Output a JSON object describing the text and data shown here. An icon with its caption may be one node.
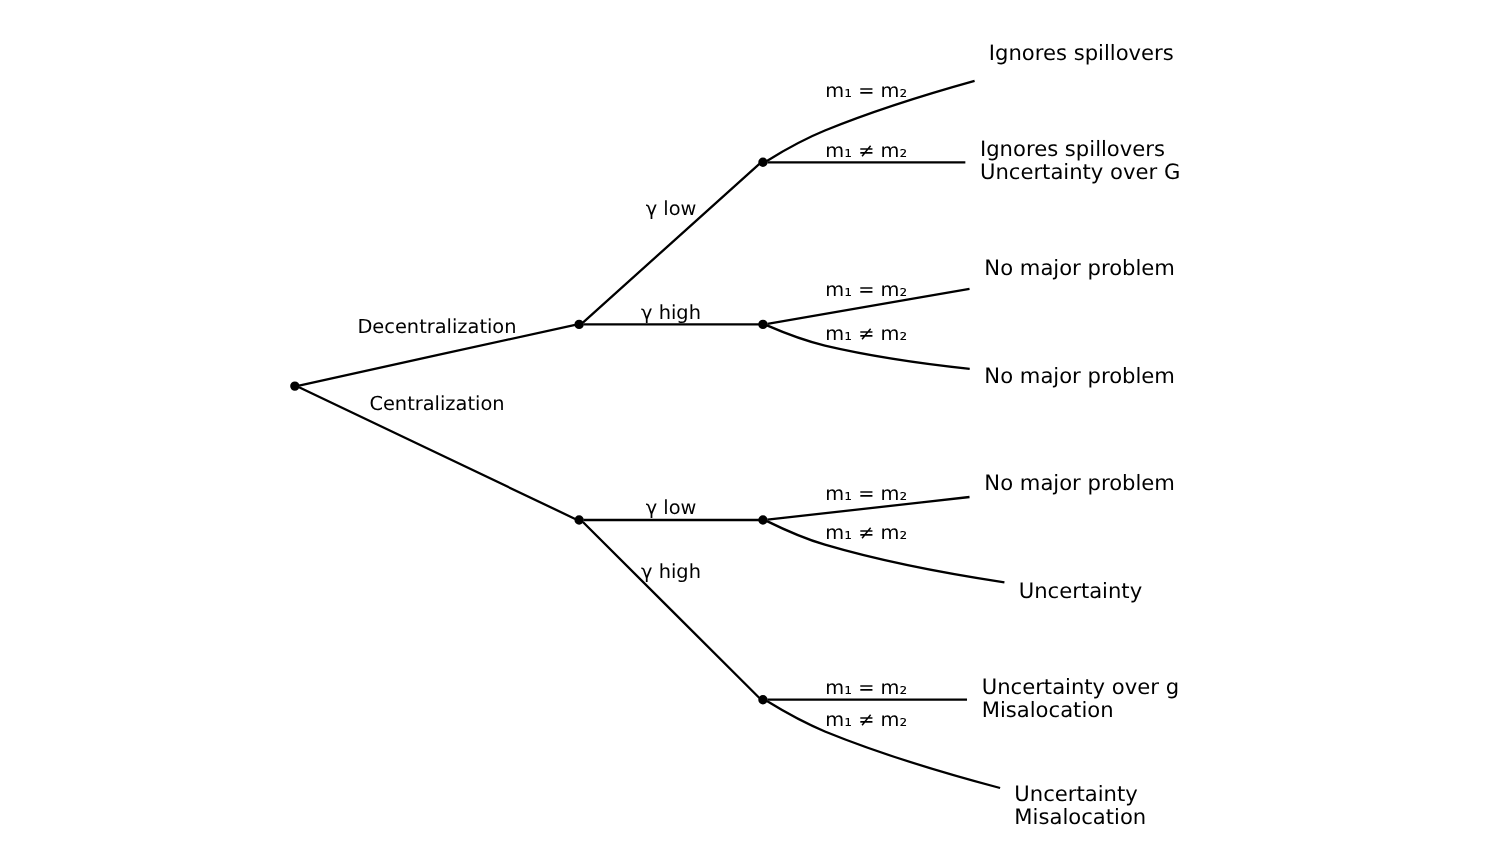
{
  "diagram": {
    "nodes": [
      {
        "text": [],
        "shape": "point"
      },
      {
        "text": [],
        "shape": "point"
      },
      {
        "text": [],
        "shape": "point"
      },
      {
        "text": [
          "Ignores spillovers"
        ]
      },
      {
        "text": [
          "Ignores spillovers",
          "Uncertainty over G"
        ]
      },
      {
        "text": [],
        "shape": "point"
      },
      {
        "text": [
          "No major problem"
        ]
      },
      {
        "text": [
          "No major problem"
        ]
      },
      {
        "text": [],
        "shape": "point"
      },
      {
        "text": [],
        "shape": "point"
      },
      {
        "text": [
          "No major problem"
        ]
      },
      {
        "text": [
          "Uncertainty"
        ]
      },
      {
        "text": [],
        "shape": "point"
      },
      {
        "text": [
          "Uncertainty over g",
          "Misalocation"
        ]
      },
      {
        "text": [
          "Uncertainty",
          "Misalocation"
        ]
      }
    ],
    "edges": [
      {
        "from": 0,
        "to": 1,
        "arrow": "none",
        "label": "Decentralization"
      },
      {
        "from": 1,
        "to": 2,
        "arrow": "none",
        "label": "γ low"
      },
      {
        "from": 2,
        "to": 3,
        "arrow": "none",
        "label": "m₁ = m₂"
      },
      {
        "from": 2,
        "to": 4,
        "arrow": "none",
        "label": "m₁ ≠ m₂"
      },
      {
        "from": 1,
        "to": 5,
        "arrow": "none",
        "label": "γ high"
      },
      {
        "from": 5,
        "to": 6,
        "arrow": "none",
        "label": "m₁ = m₂"
      },
      {
        "from": 5,
        "to": 7,
        "arrow": "none",
        "label": "m₁ ≠ m₂"
      },
      {
        "from": 0,
        "to": 8,
        "arrow": "none",
        "label": "Centralization"
      },
      {
        "from": 8,
        "to": 9,
        "arrow": "none",
        "label": "γ low"
      },
      {
        "from": 9,
        "to": 10,
        "arrow": "none",
        "label": "m₁ = m₂"
      },
      {
        "from": 9,
        "to": 11,
        "arrow": "none",
        "label": "m₁ ≠ m₂"
      },
      {
        "from": 8,
        "to": 12,
        "arrow": "none",
        "label": "γ high"
      },
      {
        "from": 12,
        "to": 13,
        "arrow": "none",
        "label": "m₁ = m₂"
      },
      {
        "from": 12,
        "to": 14,
        "arrow": "none",
        "label": "m₁ ≠ m₂"
      }
    ]
  }
}
